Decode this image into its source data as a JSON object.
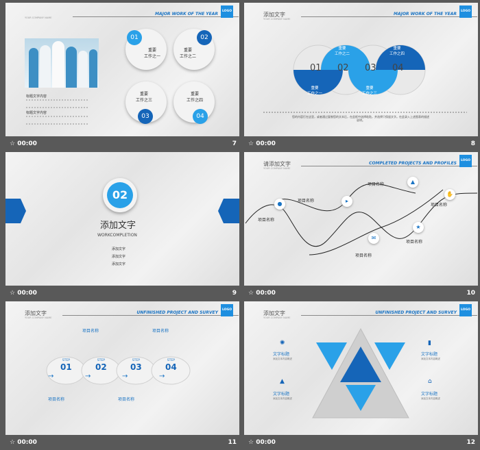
{
  "slides": [
    {
      "number": "7",
      "time": "00:00",
      "header": {
        "english": "MAJOR WORK OF THE YEAR",
        "logo": "LOGO",
        "subtitle": "YOUR COMPANY NAME"
      },
      "text_title1": "标题文字内容",
      "text_title2": "标题文字内容",
      "items": [
        {
          "num": "01",
          "label1": "重要",
          "label2": "工作之一"
        },
        {
          "num": "02",
          "label1": "重要",
          "label2": "工作之二"
        },
        {
          "num": "03",
          "label1": "重要",
          "label2": "工作之三"
        },
        {
          "num": "04",
          "label1": "重要",
          "label2": "工作之四"
        }
      ]
    },
    {
      "number": "8",
      "time": "00:00",
      "header": {
        "title": "添加文字",
        "english": "MAJOR WORK OF THE YEAR",
        "logo": "LOGO",
        "subtitle": "YOUR COMPANY NAME"
      },
      "items": [
        {
          "num": "01",
          "label1": "重要",
          "label2": "工作之一"
        },
        {
          "num": "02",
          "label1": "重要",
          "label2": "工作之二"
        },
        {
          "num": "03",
          "label1": "重要",
          "label2": "工作之三"
        },
        {
          "num": "04",
          "label1": "重要",
          "label2": "工作之四"
        }
      ],
      "caption": "您的内容打在这里，或者通过复制您的文本后，在此框中选择粘贴，并选择只保留文字。在此录入上述图表的描述说明。"
    },
    {
      "number": "9",
      "time": "00:00",
      "section_num": "02",
      "title": "添加文字",
      "english": "WORKCOMPLETION",
      "list": [
        "添加文字",
        "添加文字",
        "添加文字"
      ]
    },
    {
      "number": "10",
      "time": "00:00",
      "header": {
        "title": "请添加文字",
        "english": "COMPLETED PROJECTS AND PROFILES",
        "logo": "LOGO",
        "subtitle": "YOUR COMPANY NAME"
      },
      "item_label": "项目名称"
    },
    {
      "number": "11",
      "time": "00:00",
      "header": {
        "title": "添加文字",
        "english": "UNFINISHED PROJECT AND SURVEY",
        "logo": "LOGO",
        "subtitle": "YOUR COMPANY NAME"
      },
      "item_label": "项目名称",
      "steps": [
        {
          "step": "STEP",
          "num": "01"
        },
        {
          "step": "STEP",
          "num": "02"
        },
        {
          "step": "STEP",
          "num": "03"
        },
        {
          "step": "STEP",
          "num": "04"
        }
      ]
    },
    {
      "number": "12",
      "time": "00:00",
      "header": {
        "title": "添加文字",
        "english": "UNFINISHED PROJECT AND SURVEY",
        "logo": "LOGO",
        "subtitle": "YOUR COMPANY NAME"
      },
      "item_label": "文字标题",
      "item_sub": "添加文本内容概述"
    }
  ]
}
